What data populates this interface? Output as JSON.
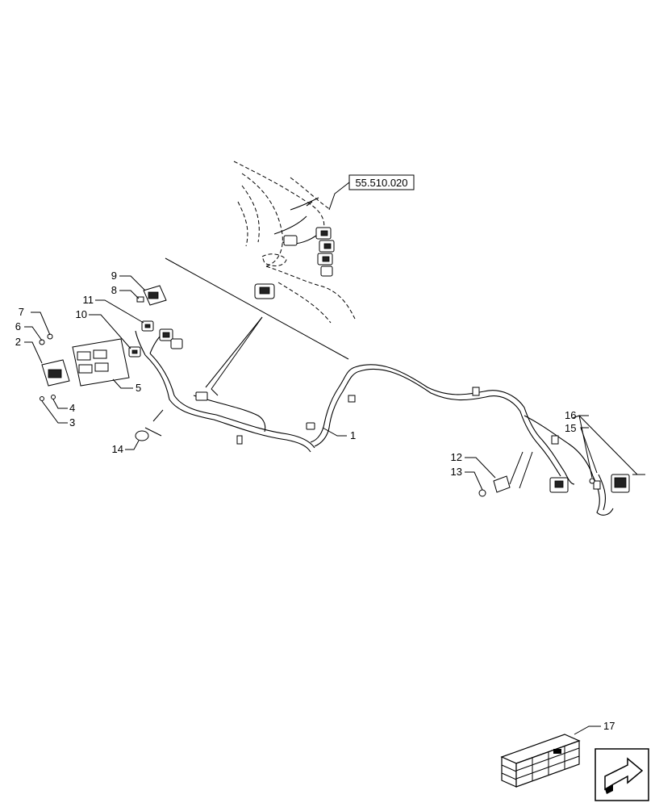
{
  "reference": {
    "text": "55.510.020"
  },
  "callouts": {
    "c1": "1",
    "c2": "2",
    "c3": "3",
    "c4": "4",
    "c5": "5",
    "c6": "6",
    "c7": "7",
    "c8": "8",
    "c9": "9",
    "c10": "10",
    "c11": "11",
    "c12": "12",
    "c13": "13",
    "c14": "14",
    "c15": "15",
    "c16": "16",
    "c17": "17"
  },
  "icons": {
    "nav": "next-page-arrow-icon",
    "kit": "crate-kit-icon"
  }
}
